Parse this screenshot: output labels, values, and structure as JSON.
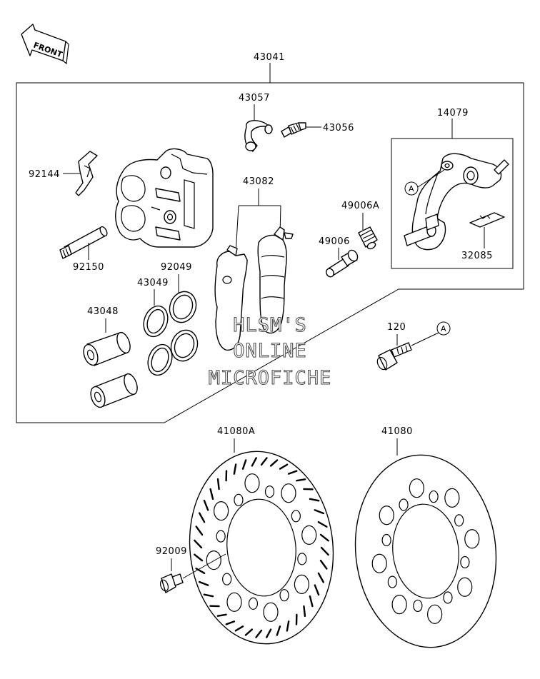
{
  "front_arrow": {
    "label": "FRONT"
  },
  "callout_letter": "A",
  "part_numbers": {
    "assembly": "43041",
    "bleeder_cap": "43057",
    "bleeder_valve": "43056",
    "bracket": "14079",
    "pad_spring": "92144",
    "pads": "43082",
    "boot_a": "49006A",
    "boot": "49006",
    "pin": "92150",
    "seal_a": "92049",
    "seal_b": "43049",
    "piston": "43048",
    "pad_clip": "32085",
    "bolt": "120",
    "disc_a": "41080A",
    "disc": "41080",
    "disc_bolt": "92009"
  },
  "watermark": {
    "line1": "HLSM'S",
    "line2": "ONLINE",
    "line3": "MICROFICHE"
  }
}
